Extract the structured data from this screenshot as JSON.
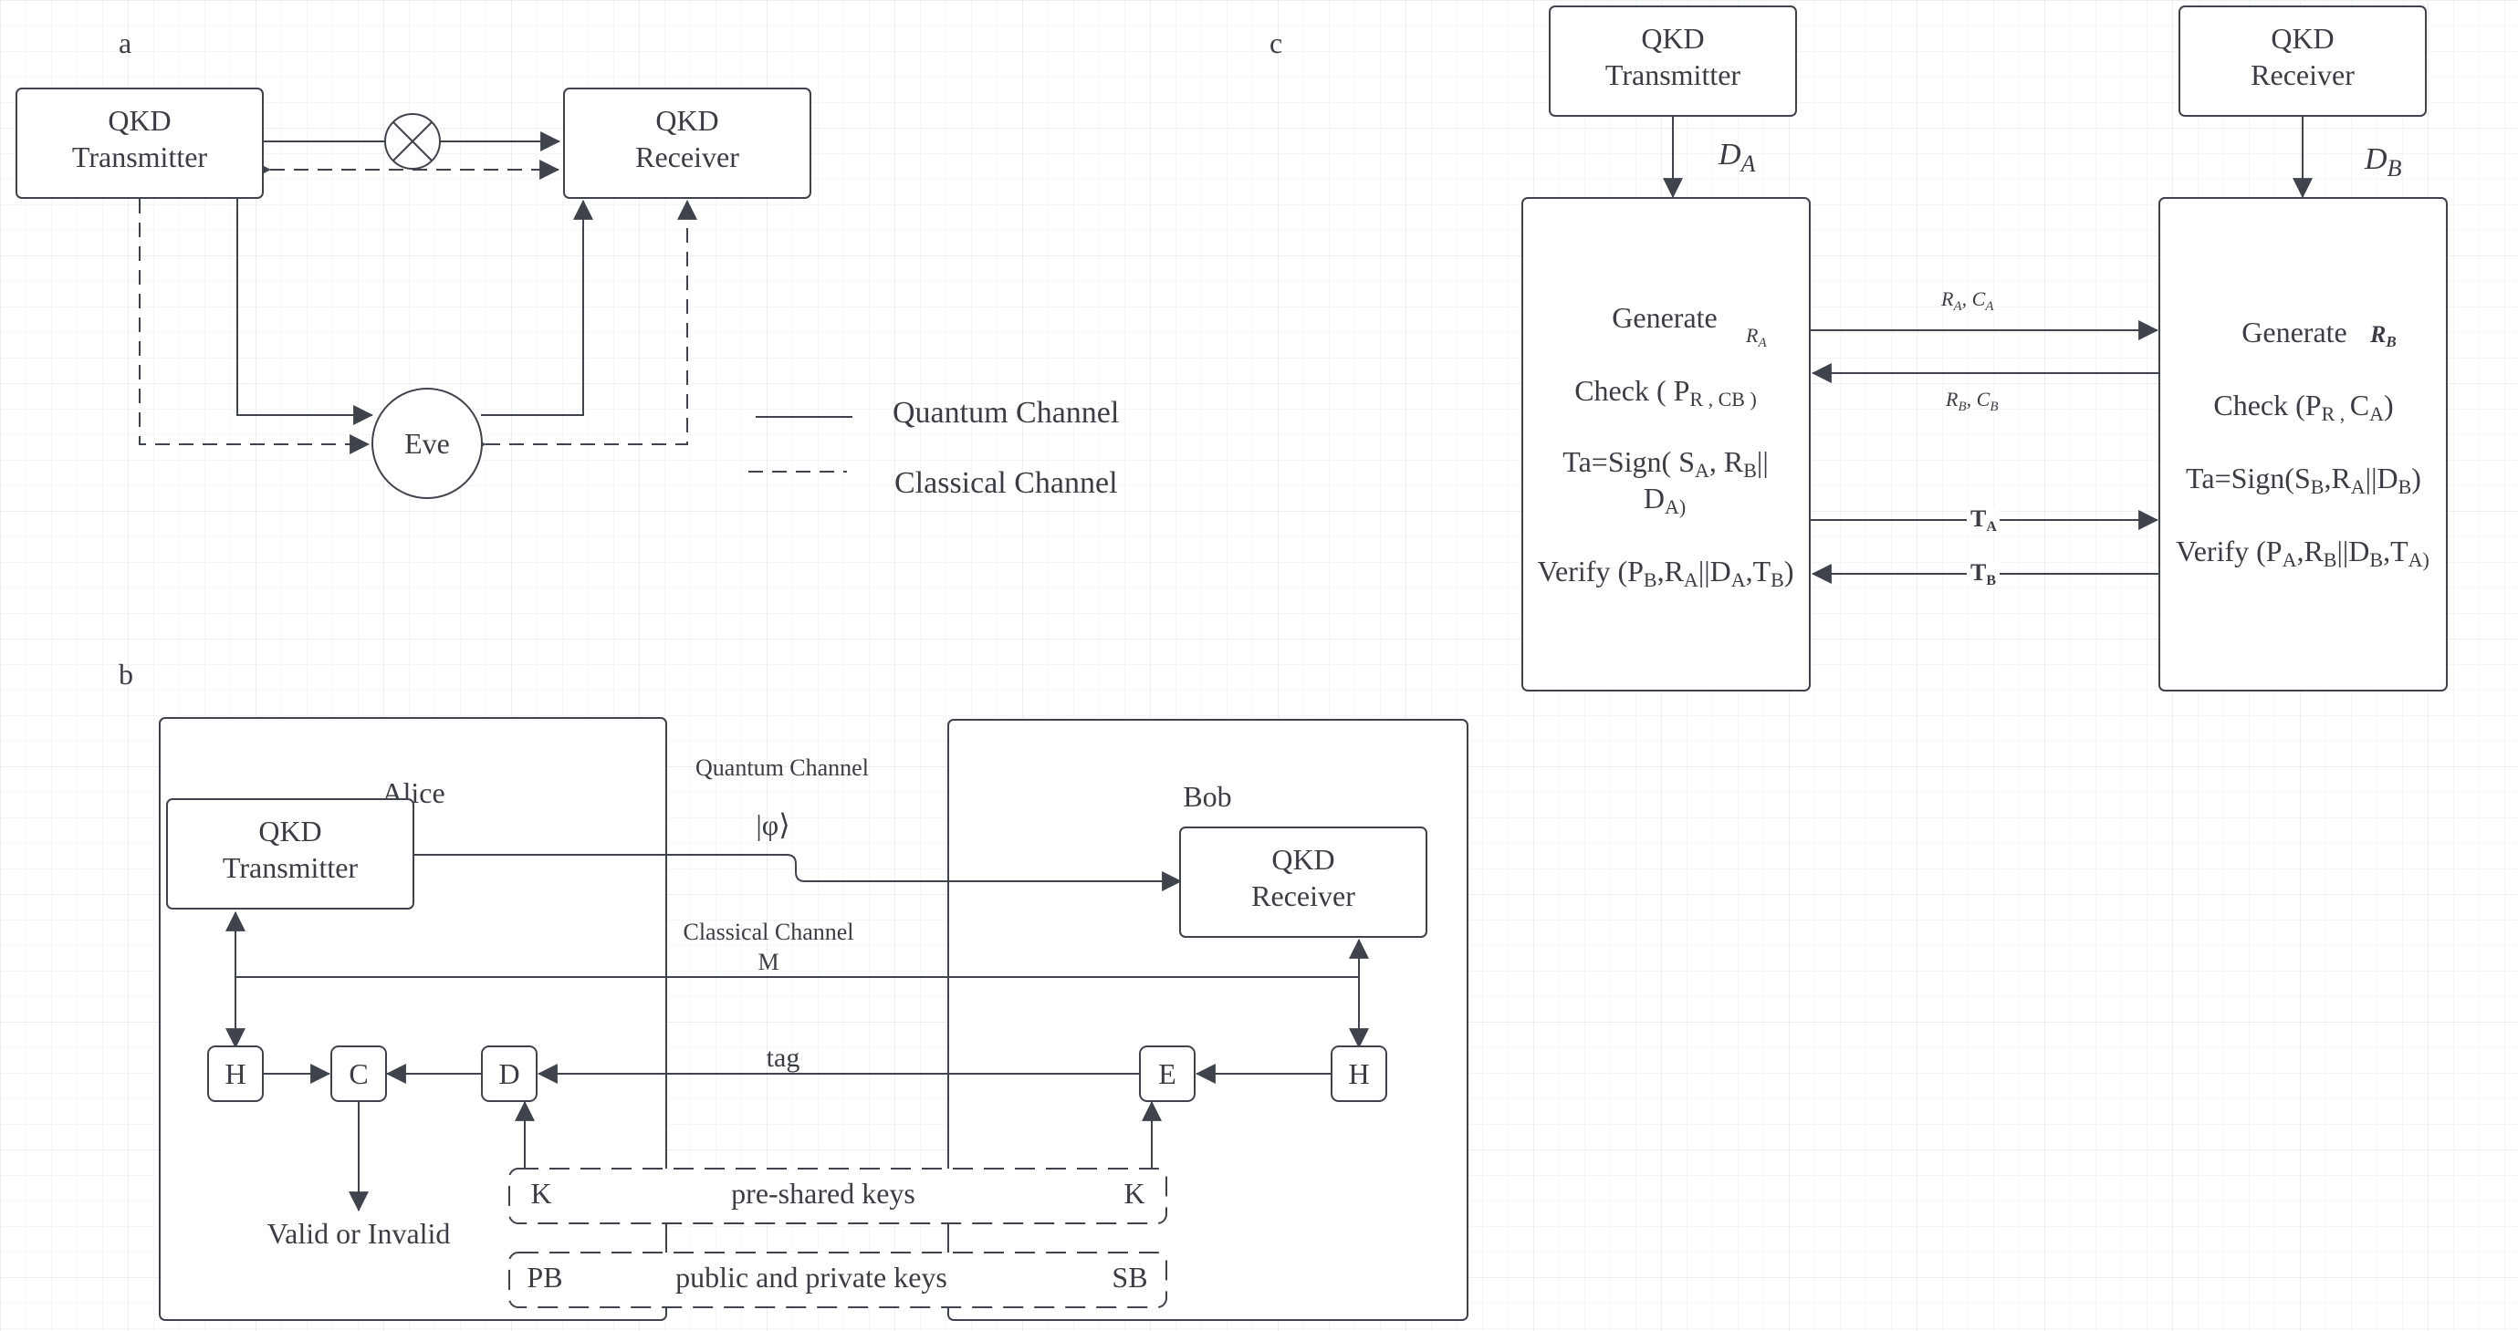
{
  "panel_labels": {
    "a": "a",
    "b": "b",
    "c": "c"
  },
  "panel_a": {
    "transmitter": [
      "QKD",
      "Transmitter"
    ],
    "receiver": [
      "QKD",
      "Receiver"
    ],
    "eve": "Eve",
    "legend": {
      "quantum": "Quantum Channel",
      "classical": "Classical Channel"
    }
  },
  "panel_b": {
    "alice": "Alice",
    "bob": "Bob",
    "transmitter": [
      "QKD",
      "Transmitter"
    ],
    "receiver": [
      "QKD",
      "Receiver"
    ],
    "quantum_channel": "Quantum Channel",
    "state": "|φ⟩",
    "classical_channel": "Classical Channel",
    "message": "M",
    "tag": "tag",
    "nodes": {
      "h_left": "H",
      "c": "C",
      "d": "D",
      "e": "E",
      "h_right": "H"
    },
    "result": "Valid or Invalid",
    "pre_shared": {
      "left": "K",
      "label": "pre-shared keys",
      "right": "K"
    },
    "pub_priv": {
      "left": "PB",
      "label": "public and private keys",
      "right": "SB"
    }
  },
  "panel_c": {
    "transmitter": [
      "QKD",
      "Transmitter"
    ],
    "receiver": [
      "QKD",
      "Receiver"
    ],
    "d_a": {
      "main": "D",
      "sub": "A"
    },
    "d_b": {
      "main": "D",
      "sub": "B"
    },
    "alice_steps": {
      "generate": "Generate",
      "generate_var": {
        "main": "R",
        "sub": "A"
      },
      "check": {
        "pre": "Check ( P",
        "s1": "R",
        "mid1": " , C",
        "s2": "B",
        "post": " )"
      },
      "sign_line1": {
        "pre": "Ta=Sign( S",
        "s1": "A",
        "mid1": ",  R",
        "s2": "B",
        "post": "||"
      },
      "sign_line2": {
        "pre": "D",
        "s1": "A)"
      },
      "verify": {
        "pre": "Verify (P",
        "s1": "B",
        "mid1": ",R",
        "s2": "A",
        "mid2": "||D",
        "s3": "A",
        "mid3": ",T",
        "s4": "B",
        "post": ")"
      }
    },
    "bob_steps": {
      "generate": "Generate",
      "generate_var": {
        "main": "R",
        "sub": "B"
      },
      "check": {
        "pre": "Check (P",
        "s1": "R , ",
        "mid1": "C",
        "s2": "A",
        "post": ")"
      },
      "sign": {
        "pre": "Ta=Sign(S",
        "s1": "B",
        "mid1": ",R",
        "s2": "A",
        "mid2": "||D",
        "s3": "B",
        "post": ")"
      },
      "verify": {
        "pre": "Verify (P",
        "s1": "A",
        "mid1": ",R",
        "s2": "B",
        "mid2": "||D",
        "s3": "B",
        "mid3": ",T",
        "s4": "A)"
      }
    },
    "messages": {
      "ra_ca": {
        "a": "R",
        "as": "A",
        "sep": ",  ",
        "b": "C",
        "bs": "A"
      },
      "rb_cb": {
        "a": "R",
        "as": "B",
        "sep": ",  ",
        "b": "C",
        "bs": "B"
      },
      "ta": {
        "main": "T",
        "sub": "A"
      },
      "tb": {
        "main": "T",
        "sub": "B"
      }
    }
  }
}
